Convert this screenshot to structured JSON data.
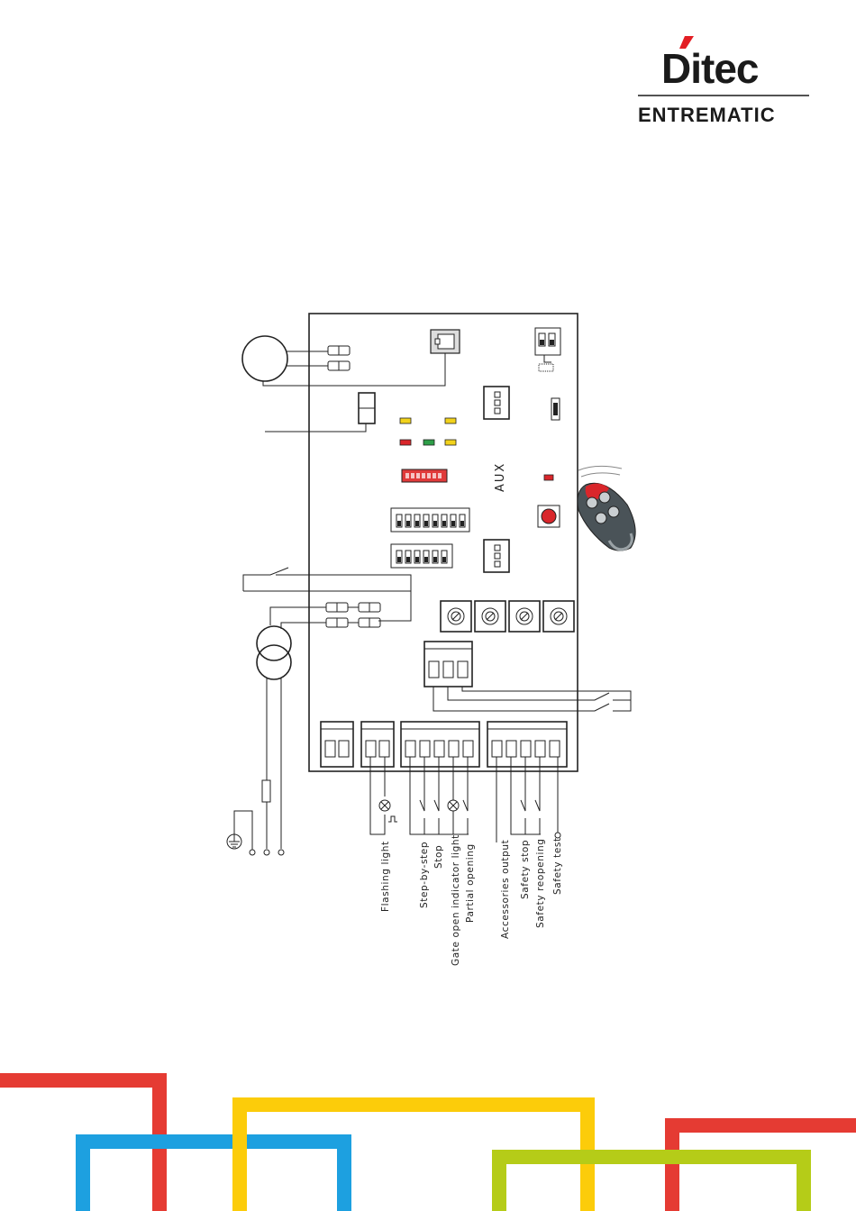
{
  "brand": {
    "name": "Ditec",
    "sub": "ENTREMATIC",
    "accent_color": "#e31e24"
  },
  "board": {
    "aux_label": "AUX"
  },
  "terminal_labels": [
    "Flashing light",
    "Step-by-step",
    "Stop",
    "Gate open indicator light",
    "Partial opening",
    "Accessories output",
    "Safety stop",
    "Safety reopening",
    "Safety test"
  ],
  "icons": [
    "motor-icon",
    "transformer-icon",
    "ground-icon",
    "lamp-icon",
    "fuse-icon",
    "remote-control-icon"
  ],
  "decor_colors": {
    "red": "#e53b33",
    "blue": "#1da0e0",
    "yellow": "#fccc0a",
    "green": "#b5cc18"
  }
}
